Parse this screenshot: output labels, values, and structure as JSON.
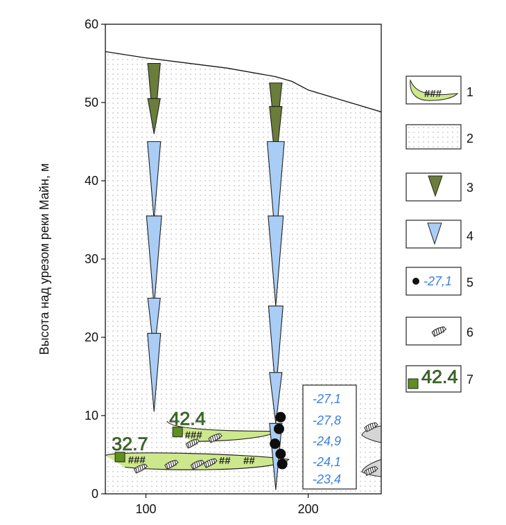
{
  "chart_data": {
    "type": "scatter",
    "title": "",
    "ylabel": "Высота над урезом реки Майн, м",
    "xlabel": "",
    "xlim": [
      75,
      245
    ],
    "ylim": [
      0,
      60
    ],
    "xticks": [
      100,
      200
    ],
    "yticks": [
      0,
      10,
      20,
      30,
      40,
      50,
      60
    ],
    "surface_profile": {
      "x": [
        75,
        100,
        150,
        180,
        190,
        200,
        245
      ],
      "y": [
        56.5,
        55.7,
        54.4,
        53.3,
        52.7,
        51.6,
        48.8
      ]
    },
    "wedge_columns": [
      {
        "x": 105,
        "wedges": [
          {
            "type": 3,
            "top": 55,
            "bottom": 46
          },
          {
            "type": 3,
            "top": 50.5,
            "bottom": 46
          },
          {
            "type": 4,
            "top": 45,
            "bottom": 35
          },
          {
            "type": 4,
            "top": 35.5,
            "bottom": 24
          },
          {
            "type": 4,
            "top": 25,
            "bottom": 18
          },
          {
            "type": 4,
            "top": 20.5,
            "bottom": 10.5
          }
        ]
      },
      {
        "x": 180,
        "wedges": [
          {
            "type": 3,
            "top": 52.5,
            "bottom": 45
          },
          {
            "type": 3,
            "top": 49.5,
            "bottom": 42
          },
          {
            "type": 4,
            "top": 45,
            "bottom": 32
          },
          {
            "type": 4,
            "top": 35.5,
            "bottom": 24
          },
          {
            "type": 4,
            "top": 24,
            "bottom": 13
          },
          {
            "type": 4,
            "top": 15.5,
            "bottom": 9
          },
          {
            "type": 4,
            "top": 9,
            "bottom": 0.5
          }
        ]
      }
    ],
    "points": [
      {
        "x": 183,
        "y": 9.8
      },
      {
        "x": 182,
        "y": 8.3
      },
      {
        "x": 179.5,
        "y": 6.4
      },
      {
        "x": 183,
        "y": 5.1
      },
      {
        "x": 184,
        "y": 3.8
      }
    ],
    "isotope_values": [
      "-27,1",
      "-27,8",
      "-24,9",
      "-24,1",
      "-23,4"
    ],
    "dated_lenses": [
      {
        "label": "32.7",
        "marker_x": 84,
        "marker_y": 4.7
      },
      {
        "label": "42.4",
        "marker_x": 119.5,
        "marker_y": 7.9
      }
    ],
    "legend": [
      {
        "num": "1",
        "symbol": "lens"
      },
      {
        "num": "2",
        "symbol": "dotted-fill"
      },
      {
        "num": "3",
        "symbol": "green-wedge"
      },
      {
        "num": "4",
        "symbol": "blue-wedge"
      },
      {
        "num": "5",
        "symbol": "black-dot",
        "text": "-27,1"
      },
      {
        "num": "6",
        "symbol": "shell"
      },
      {
        "num": "7",
        "symbol": "green-square",
        "text": "42.4"
      }
    ],
    "colors": {
      "green_wedge": "#6b7d3a",
      "blue_wedge": "#a9cdf5",
      "lens": "#cde88c",
      "square": "#5f8f1f",
      "value_text": "#3a7fe0"
    }
  }
}
